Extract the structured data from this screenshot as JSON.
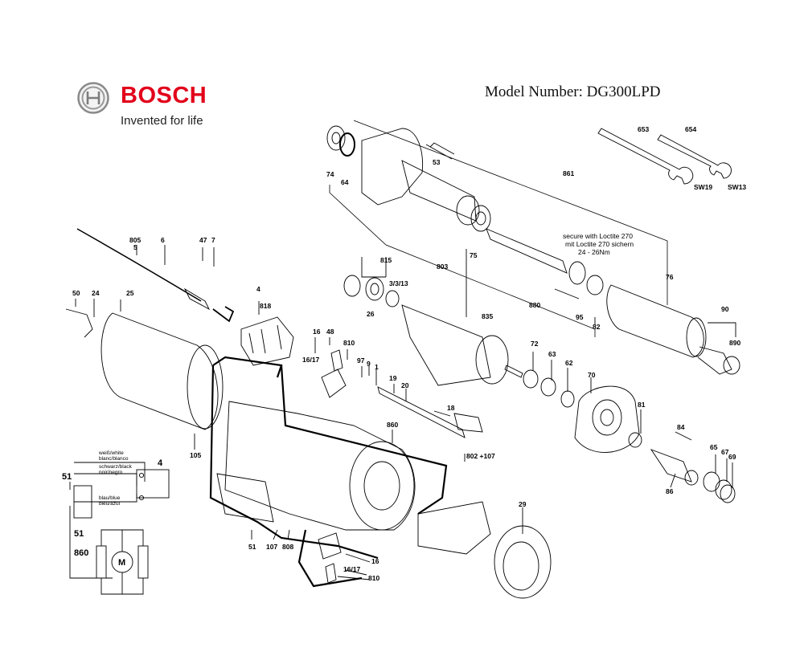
{
  "header": {
    "brand_name": "BOSCH",
    "brand_tagline": "Invented for life",
    "model_number": "Model Number: DG300LPD",
    "brand_color": "#e2001a"
  },
  "diagram": {
    "labels": [
      {
        "id": "653",
        "text": "653"
      },
      {
        "id": "654",
        "text": "654"
      },
      {
        "id": "sw19",
        "text": "SW19"
      },
      {
        "id": "sw13",
        "text": "SW13"
      },
      {
        "id": "53",
        "text": "53"
      },
      {
        "id": "861",
        "text": "861"
      },
      {
        "id": "74",
        "text": "74"
      },
      {
        "id": "64",
        "text": "64"
      },
      {
        "id": "805",
        "text": "805"
      },
      {
        "id": "5",
        "text": "5"
      },
      {
        "id": "6",
        "text": "6"
      },
      {
        "id": "47",
        "text": "47"
      },
      {
        "id": "7",
        "text": "7"
      },
      {
        "id": "815",
        "text": "815"
      },
      {
        "id": "803",
        "text": "803"
      },
      {
        "id": "75",
        "text": "75"
      },
      {
        "id": "3_3_13",
        "text": "3/3/13"
      },
      {
        "id": "26",
        "text": "26"
      },
      {
        "id": "835",
        "text": "835"
      },
      {
        "id": "880",
        "text": "880"
      },
      {
        "id": "95",
        "text": "95"
      },
      {
        "id": "82",
        "text": "82"
      },
      {
        "id": "76",
        "text": "76"
      },
      {
        "id": "90",
        "text": "90"
      },
      {
        "id": "890",
        "text": "890"
      },
      {
        "id": "50",
        "text": "50"
      },
      {
        "id": "24",
        "text": "24"
      },
      {
        "id": "25",
        "text": "25"
      },
      {
        "id": "4a",
        "text": "4"
      },
      {
        "id": "818",
        "text": "818"
      },
      {
        "id": "16a",
        "text": "16"
      },
      {
        "id": "48",
        "text": "48"
      },
      {
        "id": "810a",
        "text": "810"
      },
      {
        "id": "16_17a",
        "text": "16/17"
      },
      {
        "id": "97",
        "text": "97"
      },
      {
        "id": "9",
        "text": "9"
      },
      {
        "id": "1",
        "text": "1"
      },
      {
        "id": "72",
        "text": "72"
      },
      {
        "id": "63",
        "text": "63"
      },
      {
        "id": "62",
        "text": "62"
      },
      {
        "id": "70",
        "text": "70"
      },
      {
        "id": "19",
        "text": "19"
      },
      {
        "id": "20",
        "text": "20"
      },
      {
        "id": "18",
        "text": "18"
      },
      {
        "id": "81",
        "text": "81"
      },
      {
        "id": "84",
        "text": "84"
      },
      {
        "id": "860a",
        "text": "860"
      },
      {
        "id": "802_107",
        "text": "802 +107"
      },
      {
        "id": "105",
        "text": "105"
      },
      {
        "id": "65",
        "text": "65"
      },
      {
        "id": "67",
        "text": "67"
      },
      {
        "id": "69",
        "text": "69"
      },
      {
        "id": "86",
        "text": "86"
      },
      {
        "id": "29",
        "text": "29"
      },
      {
        "id": "51a",
        "text": "51"
      },
      {
        "id": "107",
        "text": "107"
      },
      {
        "id": "808",
        "text": "808"
      },
      {
        "id": "16b",
        "text": "16"
      },
      {
        "id": "16_17b",
        "text": "16/17"
      },
      {
        "id": "810b",
        "text": "810"
      },
      {
        "id": "4b",
        "text": "4"
      },
      {
        "id": "51b",
        "text": "51"
      },
      {
        "id": "51c",
        "text": "51"
      },
      {
        "id": "860b",
        "text": "860"
      },
      {
        "id": "motor",
        "text": "M"
      }
    ],
    "torque_note": {
      "line1": "secure with Loctite 270",
      "line2": "mit Loctite 270 sichern",
      "line3": "24 - 26Nm"
    },
    "wiring": {
      "white": "weiß/white",
      "white2": "blanc/blanco",
      "black": "schwarz/black",
      "black2": "noir/negro",
      "blue": "blau/blue",
      "blue2": "bleu/azul"
    }
  }
}
